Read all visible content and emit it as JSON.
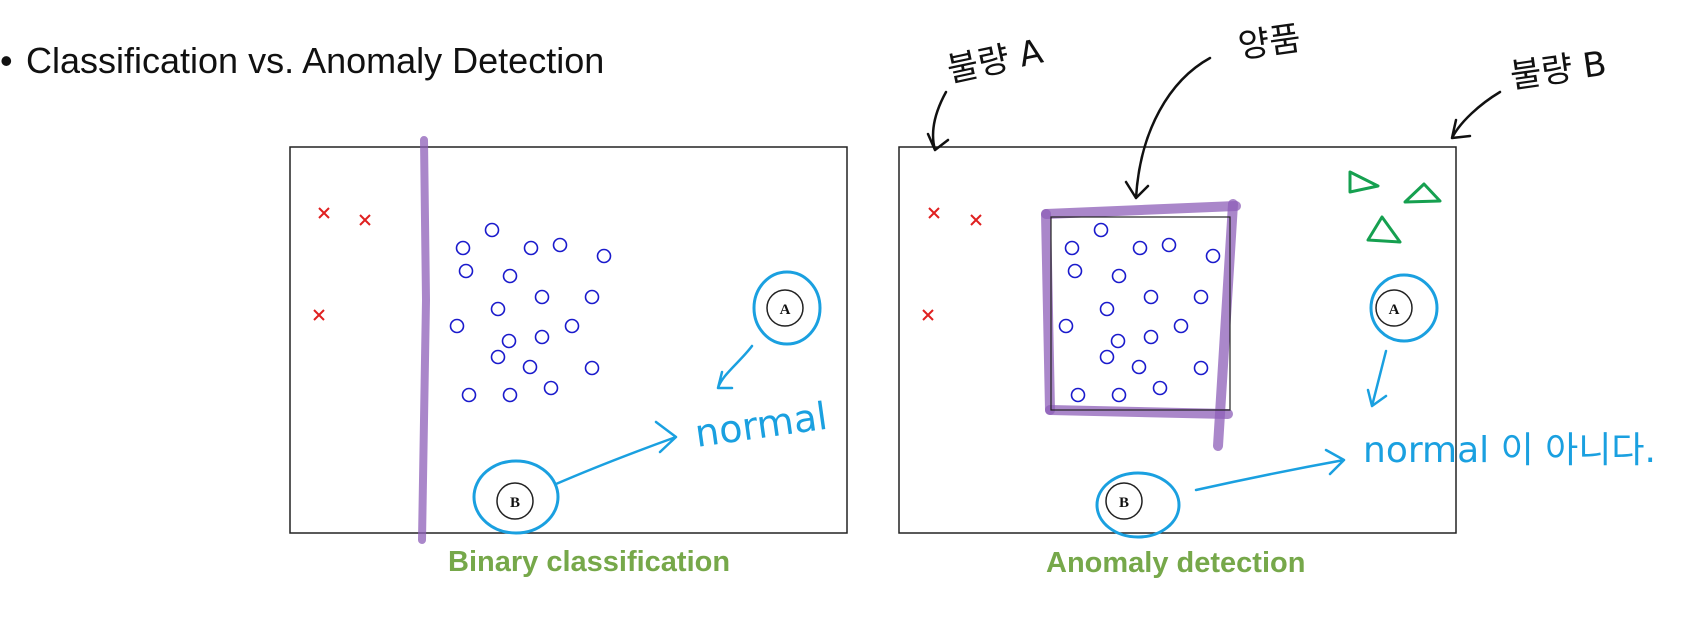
{
  "slide": {
    "bullet": "•",
    "title": "Classification vs. Anomaly Detection"
  },
  "left_panel": {
    "caption": "Binary classification",
    "label_a": "A",
    "label_b": "B",
    "annotation_normal": "normal"
  },
  "right_panel": {
    "caption": "Anomaly detection",
    "label_a": "A",
    "label_b": "B",
    "annotation_not_normal": "normal 이 아니다.",
    "annotation_defect_a": "불량 A",
    "annotation_good": "양품",
    "annotation_defect_b": "불량 B"
  },
  "colors": {
    "cross": "#e02020",
    "circle": "#1a1acc",
    "ink_blue": "#1aa0e0",
    "purple": "#8e5fb8",
    "green": "#16a050",
    "caption_green": "#76a84a"
  }
}
